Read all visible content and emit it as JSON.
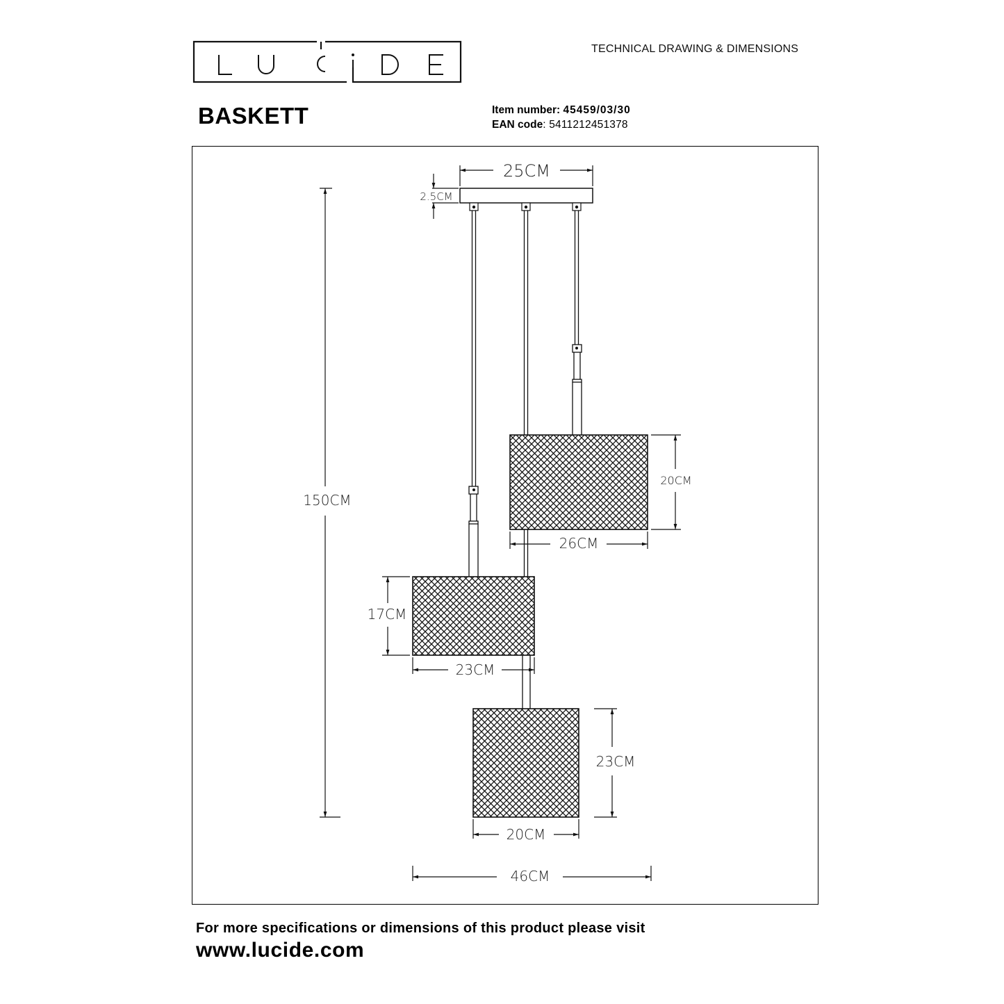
{
  "header": {
    "brand_logo_letters": [
      "L",
      "U",
      "C",
      "i",
      "D",
      "E"
    ],
    "doc_type": "TECHNICAL DRAWING & DIMENSIONS",
    "product_name": "BASKETT",
    "item_number_label": "Item number:",
    "item_number": "45459/03/30",
    "ean_label": "EAN code",
    "ean_value": ": 5411212451378"
  },
  "drawing": {
    "canopy": {
      "width": "25CM",
      "height": "2.5CM"
    },
    "total_height": "150CM",
    "shades": [
      {
        "position": "upper-right",
        "height": "20CM",
        "width": "26CM"
      },
      {
        "position": "middle-left",
        "height": "17CM",
        "width": "23CM"
      },
      {
        "position": "bottom",
        "height": "23CM",
        "width": "20CM"
      }
    ],
    "total_width": "46CM"
  },
  "footer": {
    "note": "For more specifications or dimensions of this product please visit",
    "url": "www.lucide.com"
  }
}
